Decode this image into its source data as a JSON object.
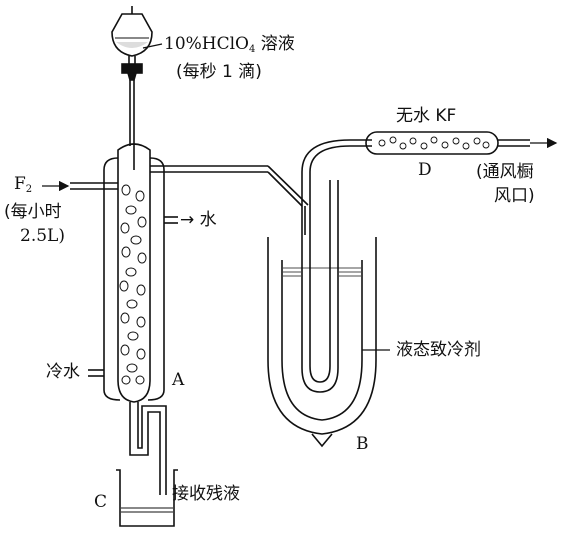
{
  "labels": {
    "hclo4_solution": "10%HClO",
    "hclo4_subscript": "4",
    "hclo4_suffix": " 溶液",
    "drip_rate": "(每秒 1 滴)",
    "f2": "F",
    "f2_subscript": "2",
    "f2_rate_line1": "(每小时",
    "f2_rate_line2": "2.5L)",
    "water_out": "→ 水",
    "cold_water": "冷水",
    "apparatus_a": "A",
    "apparatus_b": "B",
    "apparatus_c": "C",
    "apparatus_d": "D",
    "anhydrous_kf": "无水 KF",
    "fume_hood_line1": "(通风橱",
    "fume_hood_line2": "风口)",
    "liquid_coolant": "液态致冷剂",
    "residue_collection": "接收残液"
  }
}
